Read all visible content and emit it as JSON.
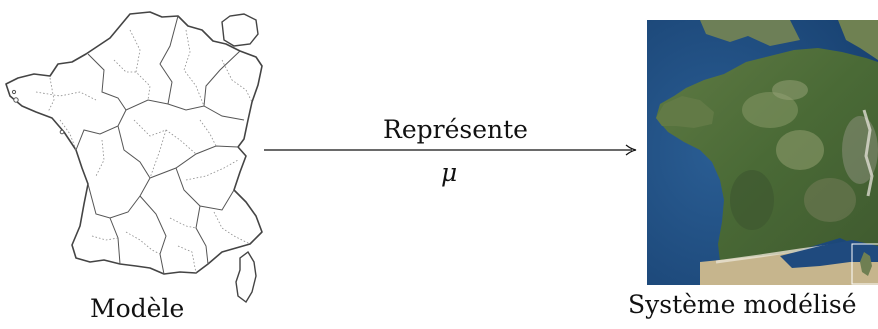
{
  "diagram": {
    "model_label": "Modèle",
    "system_label": "Système modélisé",
    "arrow_label": "Représente",
    "arrow_symbol": "μ"
  },
  "icons": {
    "model": "france-outline-map-icon",
    "system": "france-satellite-map-icon"
  },
  "colors": {
    "outline": "#444444",
    "internal_borders": "#9a9a9a",
    "sea": "#1f4a7e",
    "land_green": "#4d6a3a",
    "land_beige": "#c9b68e"
  }
}
